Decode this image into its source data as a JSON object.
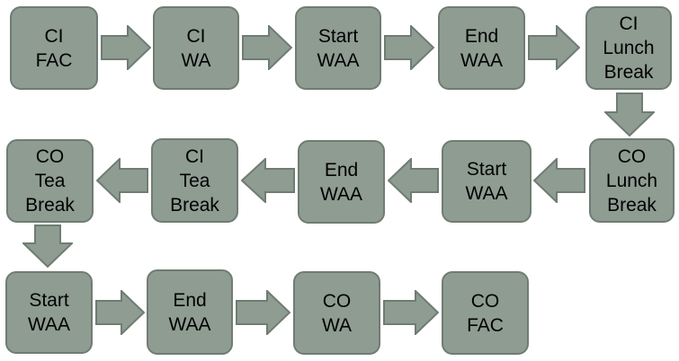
{
  "diagram": {
    "fill_color": "#8e9c92",
    "stroke_color": "#6f7c73",
    "rows": [
      {
        "direction": "right",
        "steps": [
          {
            "id": "ci-fac",
            "label": "CI\nFAC"
          },
          {
            "id": "ci-wa",
            "label": "CI\nWA"
          },
          {
            "id": "start-waa-1",
            "label": "Start\nWAA"
          },
          {
            "id": "end-waa-1",
            "label": "End\nWAA"
          },
          {
            "id": "ci-lunch-break",
            "label": "CI\nLunch\nBreak"
          }
        ]
      },
      {
        "direction": "left",
        "steps": [
          {
            "id": "co-lunch-break",
            "label": "CO\nLunch\nBreak"
          },
          {
            "id": "start-waa-2",
            "label": "Start\nWAA"
          },
          {
            "id": "end-waa-2",
            "label": "End\nWAA"
          },
          {
            "id": "ci-tea-break",
            "label": "CI\nTea\nBreak"
          },
          {
            "id": "co-tea-break",
            "label": "CO\nTea\nBreak"
          }
        ]
      },
      {
        "direction": "right",
        "steps": [
          {
            "id": "start-waa-3",
            "label": "Start\nWAA"
          },
          {
            "id": "end-waa-3",
            "label": "End\nWAA"
          },
          {
            "id": "co-wa",
            "label": "CO\nWA"
          },
          {
            "id": "co-fac",
            "label": "CO\nFAC"
          }
        ]
      }
    ]
  }
}
